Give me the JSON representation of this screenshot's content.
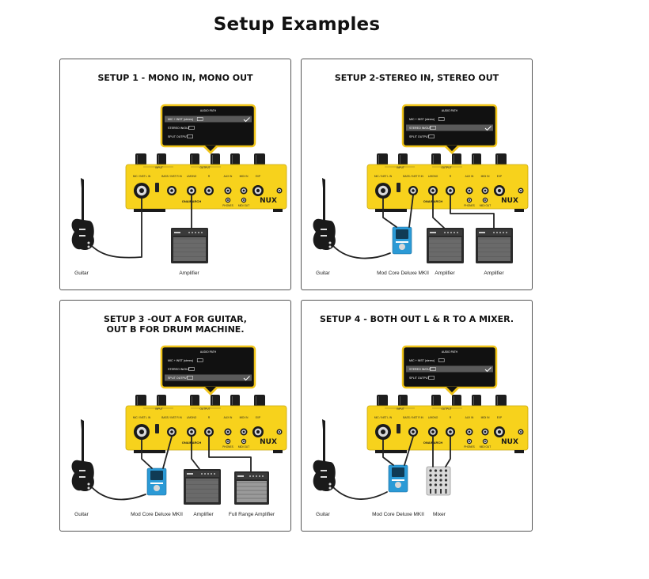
{
  "page": {
    "title": "Setup Examples"
  },
  "colors": {
    "pedal_yellow": "#f7d21c",
    "display_border": "#f0c419",
    "display_bg": "#111111",
    "tuner_blue": "#2b9ad6",
    "cable": "#222222",
    "amp_grille": "#6a6a6a"
  },
  "device": {
    "brand": "NUX",
    "name_words": [
      "ONAIR",
      "ARCH"
    ],
    "top_labels": [
      "INPUT",
      "OUTPUT"
    ],
    "jack_labels": [
      "MIC / INST L IN",
      "BASS / INST R IN",
      "L/MONO",
      "R",
      "AUX IN",
      "MIDI IN",
      "PHONES",
      "MIDI OUT",
      "EXP"
    ]
  },
  "display": {
    "header": "AUDIO PATH",
    "options": [
      "MIC + INST (stereo)",
      "STEREO IN/OUT",
      "SPLIT OUTPUT"
    ]
  },
  "setups": [
    {
      "title": "SETUP 1 - MONO IN, MONO OUT",
      "selected": 0,
      "labels": [
        "Guitar",
        "Amplifier"
      ]
    },
    {
      "title": "SETUP 2-STEREO IN, STEREO OUT",
      "selected": 1,
      "labels": [
        "Guitar",
        "Mod Core Deluxe MKII",
        "Amplifier",
        "Amplifier"
      ]
    },
    {
      "title": "SETUP 3 -OUT A FOR GUITAR,\nOUT B FOR DRUM MACHINE.",
      "selected": 2,
      "labels": [
        "Guitar",
        "Mod Core Deluxe MKII",
        "Amplifier",
        "Full Range Amplifier"
      ]
    },
    {
      "title": "SETUP 4 - BOTH OUT L & R TO A MIXER.",
      "selected": 1,
      "labels": [
        "Guitar",
        "Mod Core Deluxe MKII",
        "Mixer"
      ]
    }
  ]
}
